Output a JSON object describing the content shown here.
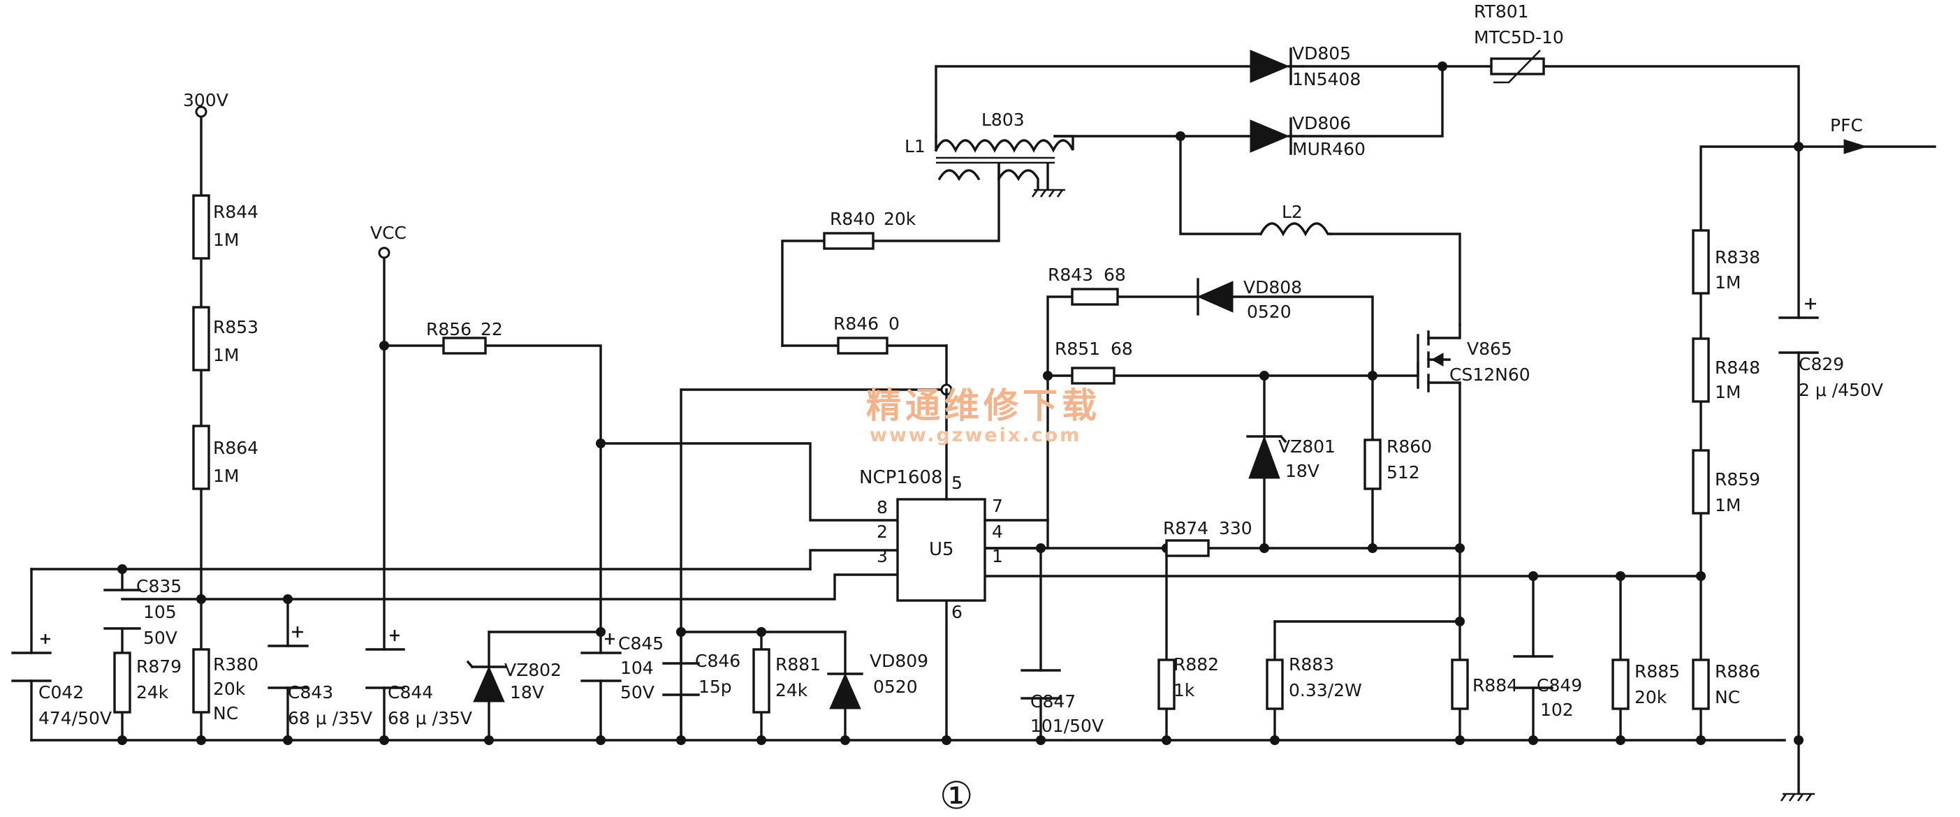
{
  "nodes": {
    "v300": "300V",
    "vcc": "VCC",
    "pfc": "PFC",
    "l1": "L1",
    "l2": "L2"
  },
  "ic": {
    "name": "U5",
    "part": "NCP1608",
    "pins": {
      "p1": "1",
      "p2": "2",
      "p3": "3",
      "p4": "4",
      "p5": "5",
      "p6": "6",
      "p7": "7",
      "p8": "8"
    }
  },
  "parts": {
    "r844": {
      "ref": "R844",
      "value": "1M"
    },
    "r853": {
      "ref": "R853",
      "value": "1M"
    },
    "r864": {
      "ref": "R864",
      "value": "1M"
    },
    "r380": {
      "ref": "R380",
      "value": "20k",
      "note": "NC"
    },
    "r879": {
      "ref": "R879",
      "value": "24k"
    },
    "c835": {
      "ref": "C835",
      "value": "105",
      "rating": "50V"
    },
    "c042": {
      "ref": "C042",
      "value": "474/50V"
    },
    "c843": {
      "ref": "C843",
      "value": "68 μ /35V"
    },
    "c844": {
      "ref": "C844",
      "value": "68 μ /35V"
    },
    "r856": {
      "ref": "R856",
      "value": "22"
    },
    "vz802": {
      "ref": "VZ802",
      "value": "18V"
    },
    "c845": {
      "ref": "C845",
      "value": "104",
      "rating": "50V"
    },
    "c846": {
      "ref": "C846",
      "value": "15p"
    },
    "r881": {
      "ref": "R881",
      "value": "24k"
    },
    "vd809": {
      "ref": "VD809",
      "value": "0520"
    },
    "r840": {
      "ref": "R840",
      "value": "20k"
    },
    "r846": {
      "ref": "R846",
      "value": "0"
    },
    "l803": {
      "ref": "L803"
    },
    "vd805": {
      "ref": "VD805",
      "value": "1N5408"
    },
    "vd806": {
      "ref": "VD806",
      "value": "MUR460"
    },
    "rt801": {
      "ref": "RT801",
      "value": "MTC5D-10"
    },
    "r843": {
      "ref": "R843",
      "value": "68"
    },
    "vd808": {
      "ref": "VD808",
      "value": "0520"
    },
    "r851": {
      "ref": "R851",
      "value": "68"
    },
    "v865": {
      "ref": "V865",
      "value": "CS12N60"
    },
    "vz801": {
      "ref": "VZ801",
      "value": "18V"
    },
    "r860": {
      "ref": "R860",
      "value": "512"
    },
    "r874": {
      "ref": "R874",
      "value": "330"
    },
    "c847": {
      "ref": "C847",
      "value": "101/50V"
    },
    "r882": {
      "ref": "R882",
      "value": "1k"
    },
    "r883": {
      "ref": "R883",
      "value": "0.33/2W"
    },
    "r884": {
      "ref": "R884"
    },
    "c849": {
      "ref": "C849",
      "value": "102"
    },
    "r885": {
      "ref": "R885",
      "value": "20k"
    },
    "r886": {
      "ref": "R886",
      "value": "NC"
    },
    "r838": {
      "ref": "R838",
      "value": "1M"
    },
    "r848": {
      "ref": "R848",
      "value": "1M"
    },
    "r859": {
      "ref": "R859",
      "value": "1M"
    },
    "c829": {
      "ref": "C829",
      "value": "2 μ /450V"
    }
  },
  "watermark": {
    "cn": "精通维修下载",
    "url": "www.gzweix.com"
  },
  "figure_label": "①",
  "colors": {
    "ink": "#141414",
    "paper": "#ffffff",
    "watermark": "#f3b48c"
  }
}
